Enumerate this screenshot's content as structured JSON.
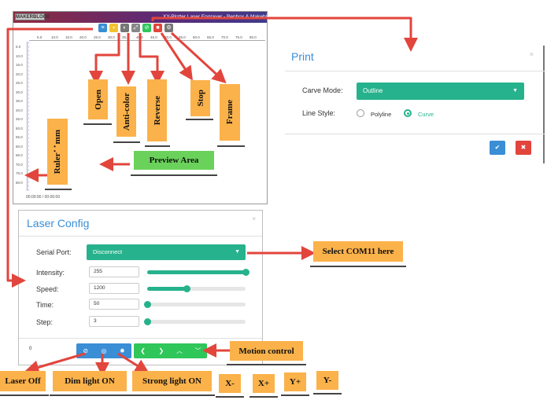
{
  "app": {
    "logo_text": "MAKERBLOCK",
    "title": "XY-Plotter Laser Engraver - Benbox & Makeblock",
    "ruler_top_ticks": [
      "5.0",
      "10.0",
      "15.0",
      "20.0",
      "25.0",
      "30.0",
      "35.0",
      "40.0",
      "45.0",
      "50.0",
      "55.0",
      "60.0",
      "65.0",
      "70.0",
      "75.0",
      "80.0"
    ],
    "ruler_left_ticks": [
      "5.0",
      "10.0",
      "15.0",
      "20.0",
      "25.0",
      "30.0",
      "35.0",
      "40.0",
      "45.0",
      "50.0",
      "55.0",
      "60.0",
      "65.0",
      "70.0",
      "75.0",
      "80.0"
    ],
    "status_time": "00:00:00 / 00:00:00",
    "toolbar_colors": [
      "#3a8ed6",
      "#f2c230",
      "#777777",
      "#888888",
      "#2fc65a",
      "#e2453c",
      "#777777"
    ],
    "toolbar_icons": [
      "menu-icon",
      "folder-icon",
      "contrast-icon",
      "reverse-icon",
      "stop-icon",
      "frame-icon",
      "settings-icon"
    ]
  },
  "print": {
    "title": "Print",
    "close": "×",
    "carve_mode_label": "Carve Mode:",
    "carve_mode_value": "Outline",
    "line_style_label": "Line Style:",
    "line_style_options": [
      "Polyline",
      "Curve"
    ],
    "line_style_selected": "Curve",
    "confirm_icon": "✔",
    "cancel_icon": "✖"
  },
  "laser": {
    "title": "Laser Config",
    "close": "×",
    "serial_port_label": "Serial Port:",
    "serial_port_value": "Disconnect",
    "intensity_label": "Intensity:",
    "intensity_value": "255",
    "intensity_level": 1.0,
    "speed_label": "Speed:",
    "speed_value": "1200",
    "speed_level": 0.4,
    "time_label": "Time:",
    "time_value": "50",
    "time_level": 0.0,
    "step_label": "Step:",
    "step_value": "3",
    "step_level": 0.0,
    "zero_text": "0"
  },
  "annotations": {
    "open": "Open",
    "anti_color": "Anti-color",
    "reverse": "Reverse",
    "stop": "Stop",
    "frame": "Frame",
    "ruler": "Ruler：mm",
    "preview_area": "Preview Area",
    "select_com": "Select COM11 here",
    "motion_control": "Motion control",
    "laser_off": "Laser Off",
    "dim_light": "Dim light ON",
    "strong_light": "Strong light ON",
    "x_minus": "X-",
    "x_plus": "X+",
    "y_plus": "Y+",
    "y_minus": "Y-"
  },
  "colors": {
    "accent_blue": "#3a8ed6",
    "accent_green": "#26b28c",
    "arrow_red": "#e2453c",
    "label_orange": "#fbb24a"
  }
}
